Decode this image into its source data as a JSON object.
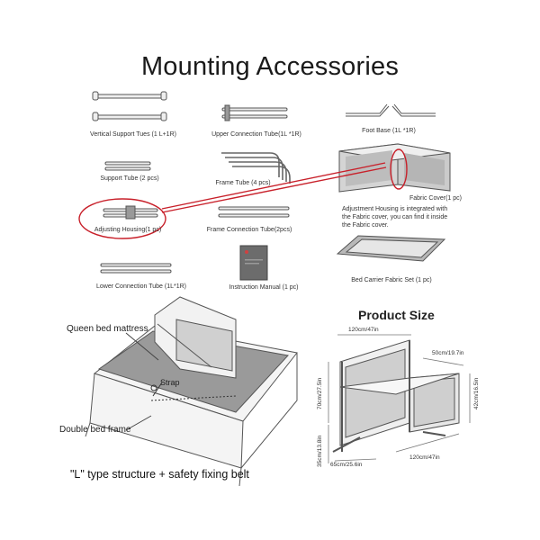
{
  "title": "Mounting Accessories",
  "accessories": {
    "vertical_support_tubes": "Vertical Support Tues (1 L+1R)",
    "upper_connection_tube": "Upper Connection Tube(1L *1R)",
    "foot_base": "Foot Base (1L *1R)",
    "support_tube": "Support Tube (2 pcs)",
    "frame_tube": "Frame Tube (4 pcs)",
    "fabric_cover": "Fabric Cover(1 pc)",
    "adjusting_housing": "Adjusting Housing(1 pc)",
    "frame_connection_tube": "Frame Connection Tube(2pcs)",
    "housing_note": "Adjustment Housing is integrated with the Fabric cover, you can find it inside the Fabric cover.",
    "lower_connection_tube": "Lower Connection Tube (1L*1R)",
    "instruction_manual": "Instruction Manual (1 pc)",
    "bed_carrier_fabric_set": "Bed Carrier Fabric Set (1 pc)"
  },
  "bed_diagram": {
    "mattress_label": "Queen bed mattress",
    "strap_label": "Strap",
    "frame_label": "Double bed frame",
    "caption": "\"L\" type structure + safety fixing belt"
  },
  "product_size": {
    "title": "Product Size",
    "top_width": "120cm/47in",
    "depth": "50cm/19.7in",
    "height_total": "70cm/27.5in",
    "height_side": "42cm/16.5in",
    "leg_height": "35cm/13.8in",
    "leg_width": "65cm/25.6in",
    "bottom_width": "120cm/47in"
  },
  "colors": {
    "highlight": "#c8202a",
    "line": "#555555",
    "fabric": "#cfcfcf"
  }
}
